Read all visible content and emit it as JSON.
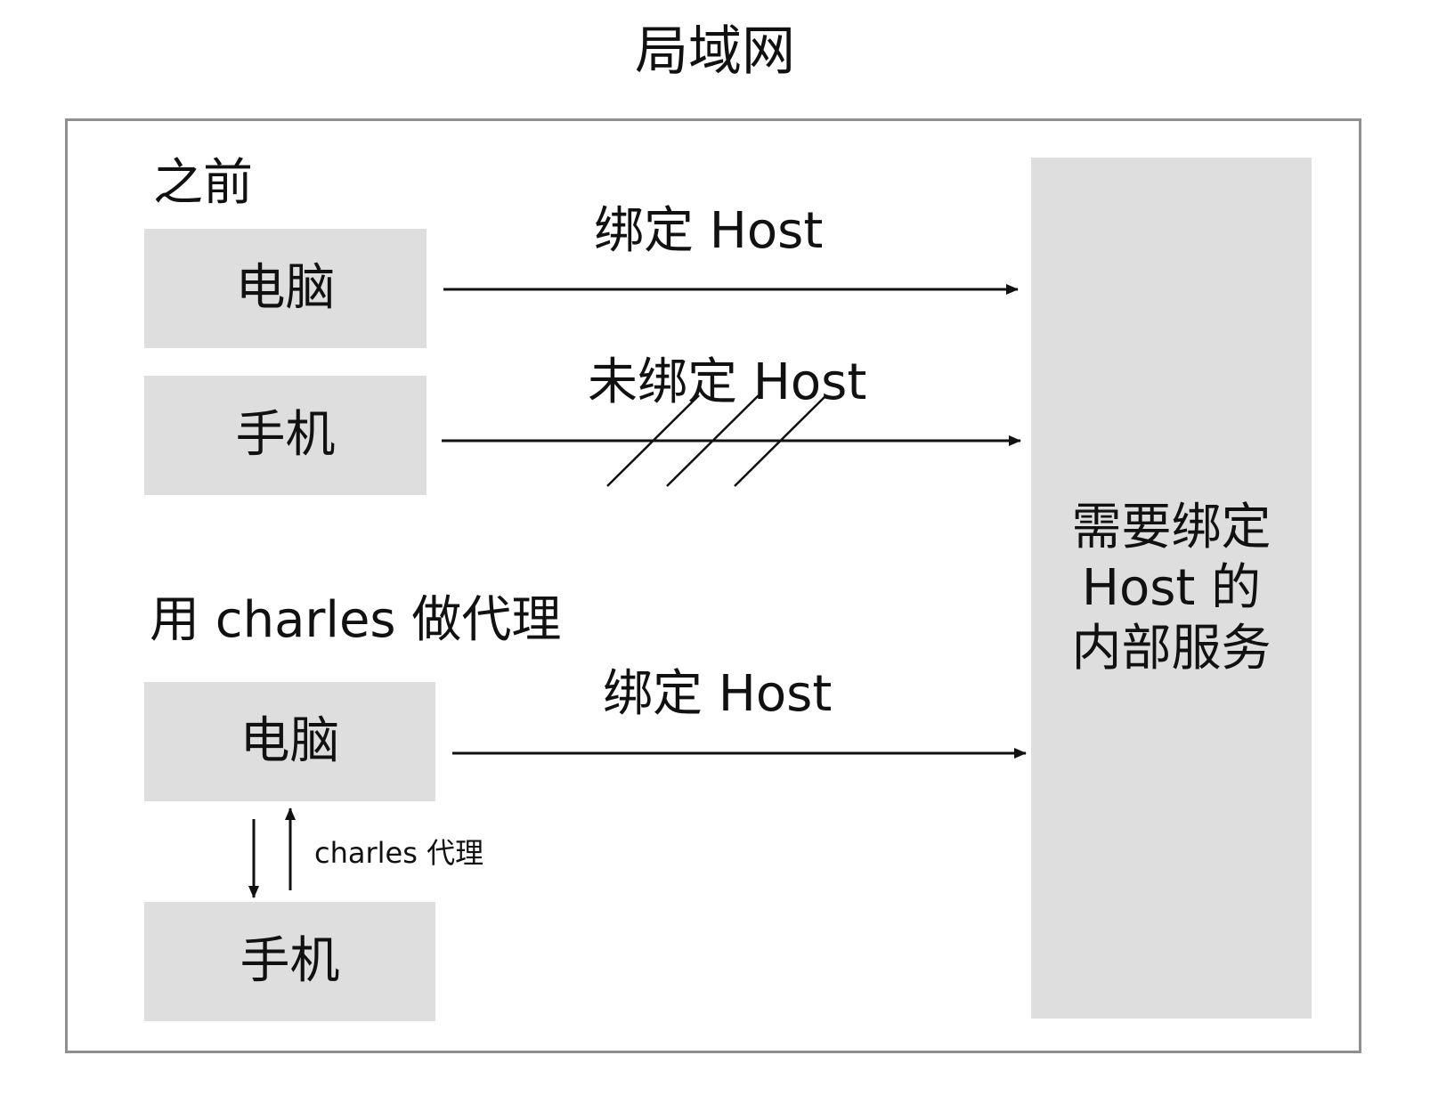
{
  "title": "局域网",
  "before": {
    "label": "之前",
    "computer": "电脑",
    "phone": "手机",
    "bound_label": "绑定 Host",
    "unbound_label": "未绑定 Host"
  },
  "after": {
    "label": "用 charles 做代理",
    "computer": "电脑",
    "phone": "手机",
    "bound_label": "绑定 Host",
    "proxy_label": "charles 代理"
  },
  "server": {
    "lines": [
      "需要绑定",
      "Host 的",
      "内部服务"
    ]
  }
}
